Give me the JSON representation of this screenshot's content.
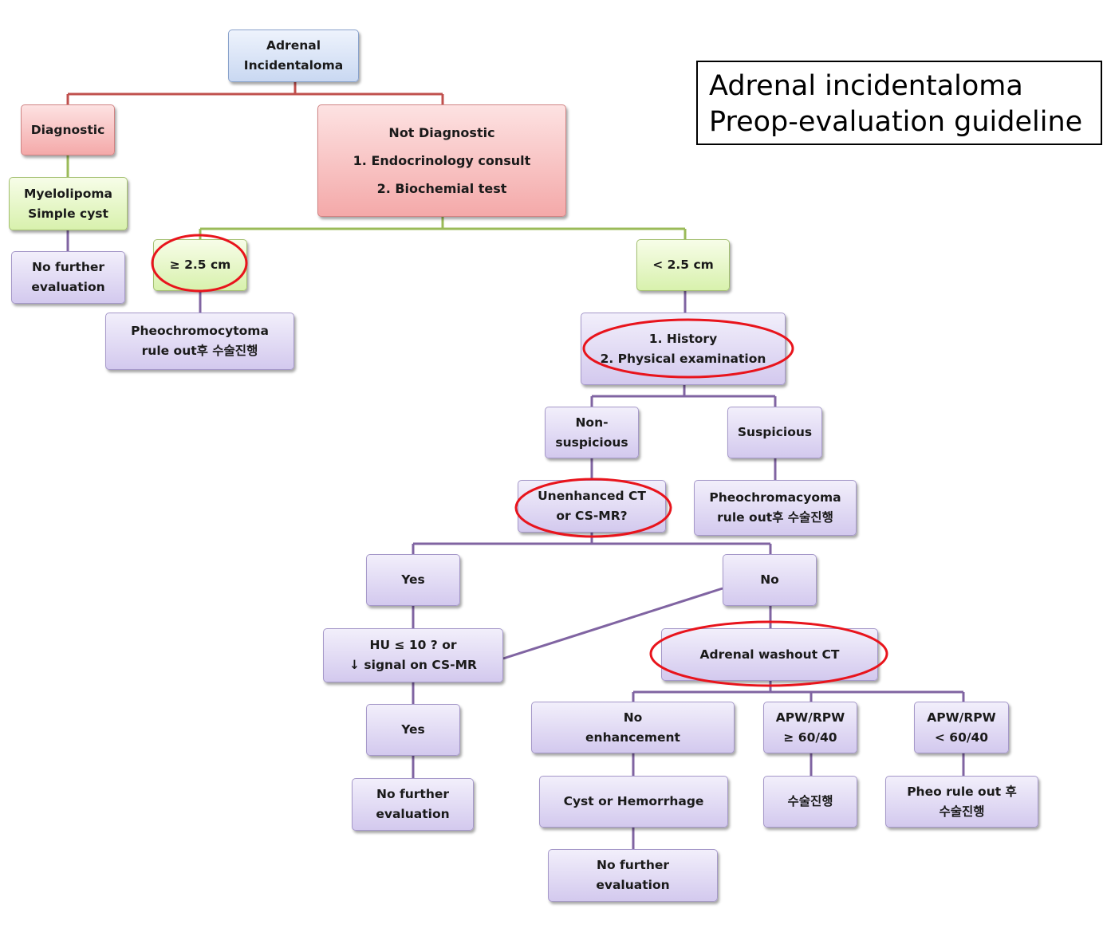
{
  "title": {
    "line1": "Adrenal incidentaloma",
    "line2": "Preop-evaluation guideline"
  },
  "nodes": {
    "root": [
      "Adrenal",
      "Incidentaloma"
    ],
    "diagnostic": [
      "Diagnostic"
    ],
    "not_diagnostic": [
      "Not Diagnostic",
      "1. Endocrinology  consult",
      "2. Biochemial  test"
    ],
    "myelolipoma": [
      "Myelolipoma",
      "Simple  cyst"
    ],
    "no_further_1": [
      "No  further",
      "evaluation"
    ],
    "ge_2_5": [
      "≥ 2.5  cm"
    ],
    "pheo_left": [
      "Pheochromocytoma",
      "rule out후 수술진행"
    ],
    "lt_2_5": [
      "< 2.5  cm"
    ],
    "history": [
      "1.  History",
      "2.  Physical  examination"
    ],
    "non_suspicious": [
      "Non-",
      "suspicious"
    ],
    "suspicious": [
      "Suspicious"
    ],
    "unenhanced_ct": [
      "Unenhanced  CT",
      "or  CS-MR?"
    ],
    "pheo_right": [
      "Pheochromacyoma",
      "rule out후 수술진행"
    ],
    "yes_1": [
      "Yes"
    ],
    "no_1": [
      "No"
    ],
    "hu_signal": [
      "HU ≤ 10 ? or",
      "↓  signal  on  CS-MR"
    ],
    "washout_ct": [
      "Adrenal  washout  CT"
    ],
    "yes_2": [
      "Yes"
    ],
    "no_enhancement": [
      "No",
      "enhancement"
    ],
    "apw_ge": [
      "APW/RPW",
      "≥ 60/40"
    ],
    "apw_lt": [
      "APW/RPW",
      "< 60/40"
    ],
    "no_further_2": [
      "No  further",
      "evaluation"
    ],
    "cyst_hemorrhage": [
      "Cyst  or  Hemorrhage"
    ],
    "surgery": [
      "수술진행"
    ],
    "pheo_rule_out": [
      "Pheo rule out 후",
      "수술진행"
    ],
    "no_further_3": [
      "No  further",
      "evaluation"
    ]
  },
  "colors": {
    "red_line": "#c0504d",
    "green_line": "#9bbb59",
    "purple_line": "#8064a2",
    "highlight_ellipse": "#e8141c"
  }
}
